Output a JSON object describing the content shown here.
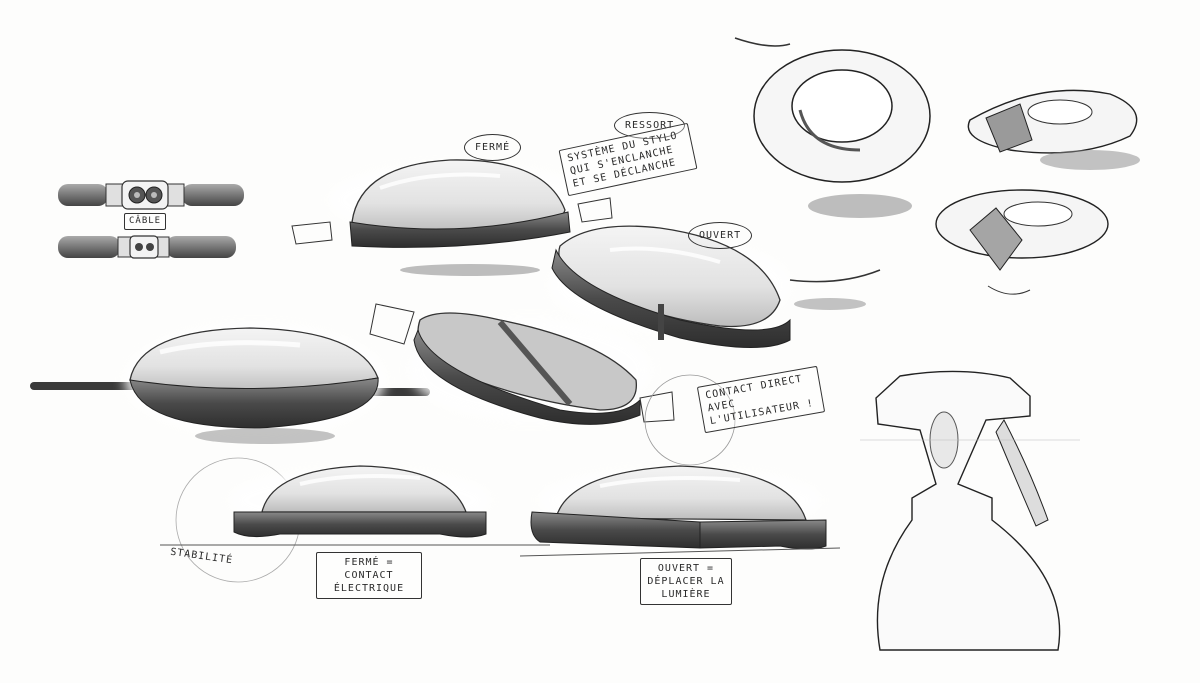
{
  "annotations": {
    "cable": "CÂBLE",
    "ferme": "FERMÉ",
    "ressort": "RESSORT",
    "ouvert": "OUVERT",
    "systeme": "SYSTÈME DU STYLO QUI S'ENCLANCHE ET SE DÉCLANCHE",
    "contact_direct": "CONTACT DIRECT AVEC L'UTILISATEUR !",
    "stabilite": "STABILITÉ",
    "ferme_contact": "FERMÉ = CONTACT ÉLECTRIQUE",
    "ouvert_lumiere": "OUVERT = DÉPLACER LA LUMIÈRE"
  },
  "colors": {
    "paper": "#fdfdfc",
    "ink": "#2a2a2a",
    "dome": "#eeeeee",
    "base": "#4a4a4a"
  }
}
